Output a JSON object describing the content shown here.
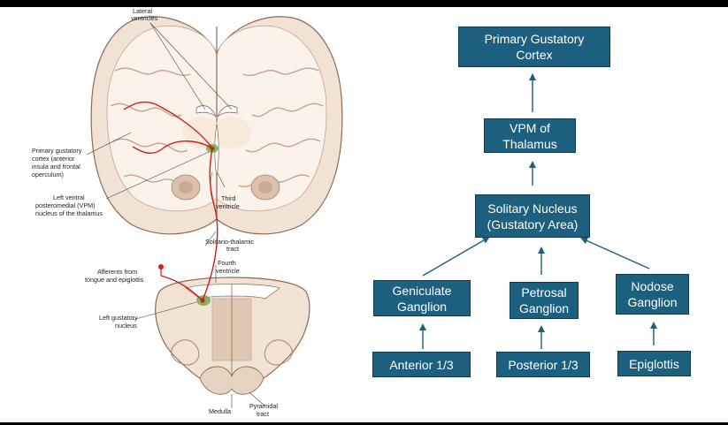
{
  "colors": {
    "box_fill": "#1d5f7e",
    "box_border": "#0e3a50",
    "arrow": "#1d5f7e",
    "brain_tissue": "#f2e2d4",
    "pathway": "#cc1f1f",
    "nucleus_highlight": "#6ab04c"
  },
  "illustration": {
    "labels": {
      "lateral_ventricles_1": "Lateral",
      "lateral_ventricles_2": "ventricles",
      "gustatory_cortex_1": "Primary gustatory",
      "gustatory_cortex_2": "cortex (anterior",
      "gustatory_cortex_3": "insula and frontal",
      "gustatory_cortex_4": "operculum)",
      "vpm_1": "Left ventral",
      "vpm_2": "posteromedial (VPM)",
      "vpm_3": "nucleus of the thalamus",
      "third_ventricle_1": "Third",
      "third_ventricle_2": "ventricle",
      "solitario_1": "Solitario-thalamic",
      "solitario_2": "tract",
      "fourth_ventricle_1": "Fourth",
      "fourth_ventricle_2": "ventricle",
      "afferents_1": "Afferents from",
      "afferents_2": "tongue and epiglottis",
      "gustatory_nucleus_1": "Left gustatory",
      "gustatory_nucleus_2": "nucleus",
      "medulla": "Medulla",
      "pyramidal_1": "Pyramidal",
      "pyramidal_2": "tract"
    }
  },
  "flowchart": {
    "cortex": "Primary Gustatory\nCortex",
    "vpm": "VPM of\nThalamus",
    "solitary": "Solitary Nucleus\n(Gustatory Area)",
    "geniculate": "Geniculate\nGanglion",
    "petrosal": "Petrosal\nGanglion",
    "nodose": "Nodose\nGanglion",
    "anterior": "Anterior 1/3",
    "posterior": "Posterior 1/3",
    "epiglottis": "Epiglottis"
  }
}
